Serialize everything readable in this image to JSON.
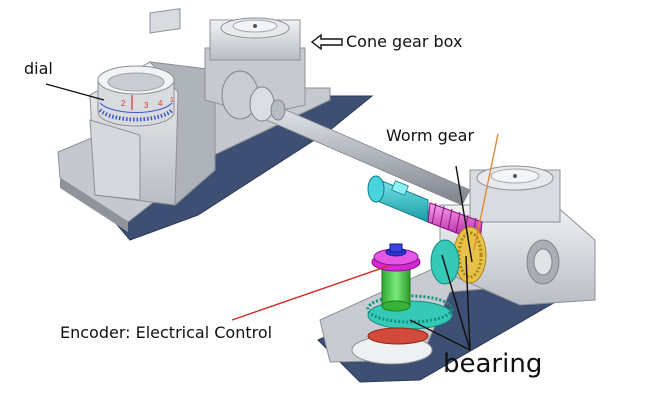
{
  "labels": {
    "dial": "dial",
    "cone_gear_box": "Cone gear box",
    "worm_gear": "Worm gear",
    "encoder": "Encoder: Electrical Control",
    "bearing": "bearing"
  },
  "dial_numbers": [
    "2",
    "3",
    "4",
    "1"
  ],
  "colors": {
    "metal_light": "#e4e6ea",
    "metal_mid": "#c9ccd2",
    "metal_dark": "#9a9ea6",
    "base_blue": "#3d4f72",
    "coupling_cyan": "#2fc6cf",
    "worm_magenta": "#e040c8",
    "gear_yellow": "#e6c24a",
    "encoder_green": "#4ed34e",
    "encoder_magenta": "#d42ad4",
    "encoder_blue": "#2a35d6",
    "gear_teal": "#36c9b8",
    "bearing_red": "#d24a3a",
    "leader_red": "#d02a2a",
    "leader_orange": "#e08a3a",
    "leader_black": "#111111"
  },
  "icons": [
    "hollow-arrow-left-icon"
  ]
}
